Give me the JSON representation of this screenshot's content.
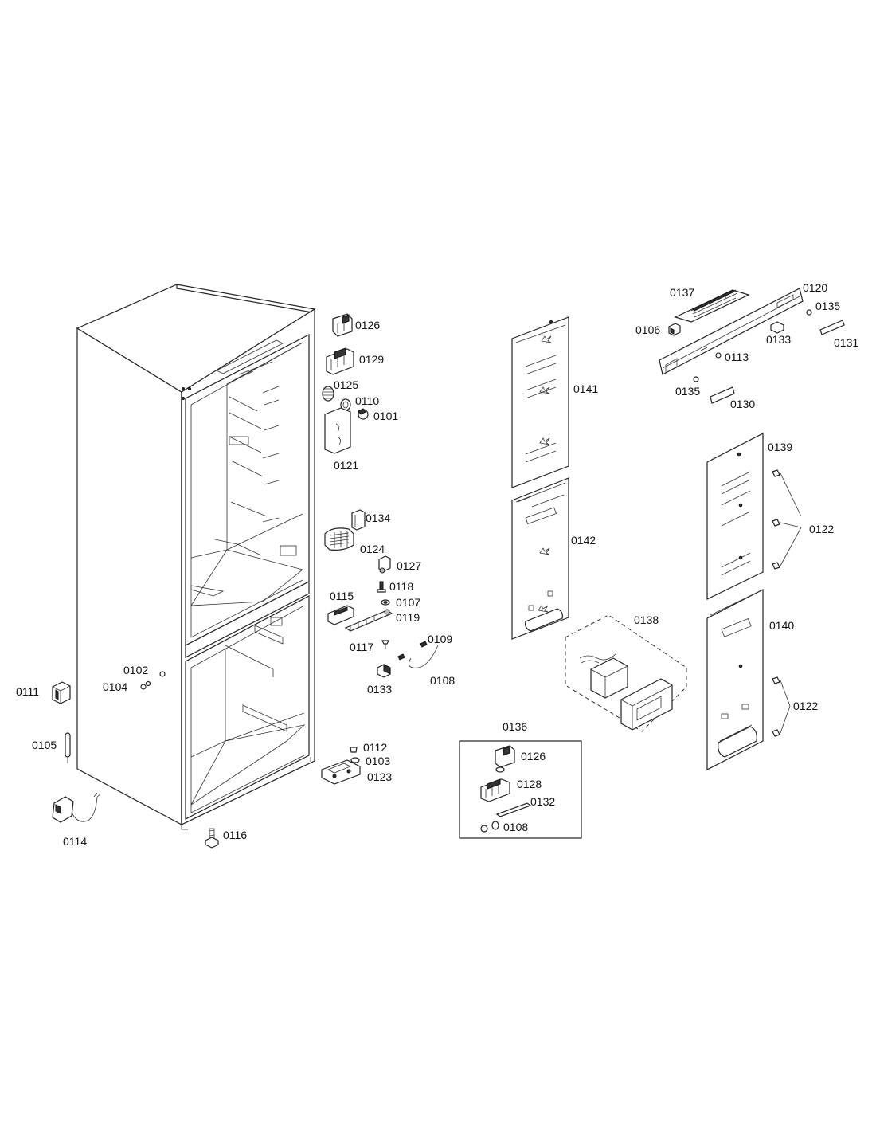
{
  "labels": {
    "p0101": "0101",
    "p0102": "0102",
    "p0103": "0103",
    "p0104": "0104",
    "p0105": "0105",
    "p0106": "0106",
    "p0107": "0107",
    "p0108": "0108",
    "p0109": "0109",
    "p0110": "0110",
    "p0111": "0111",
    "p0112": "0112",
    "p0113": "0113",
    "p0114": "0114",
    "p0115": "0115",
    "p0116": "0116",
    "p0117": "0117",
    "p0118": "0118",
    "p0119": "0119",
    "p0120": "0120",
    "p0121": "0121",
    "p0122": "0122",
    "p0123": "0123",
    "p0124": "0124",
    "p0125": "0125",
    "p0126": "0126",
    "p0127": "0127",
    "p0128": "0128",
    "p0129": "0129",
    "p0130": "0130",
    "p0131": "0131",
    "p0132": "0132",
    "p0133": "0133",
    "p0134": "0134",
    "p0135": "0135",
    "p0136": "0136",
    "p0137": "0137",
    "p0138": "0138",
    "p0139": "0139",
    "p0140": "0140",
    "p0141": "0141",
    "p0142": "0142"
  }
}
